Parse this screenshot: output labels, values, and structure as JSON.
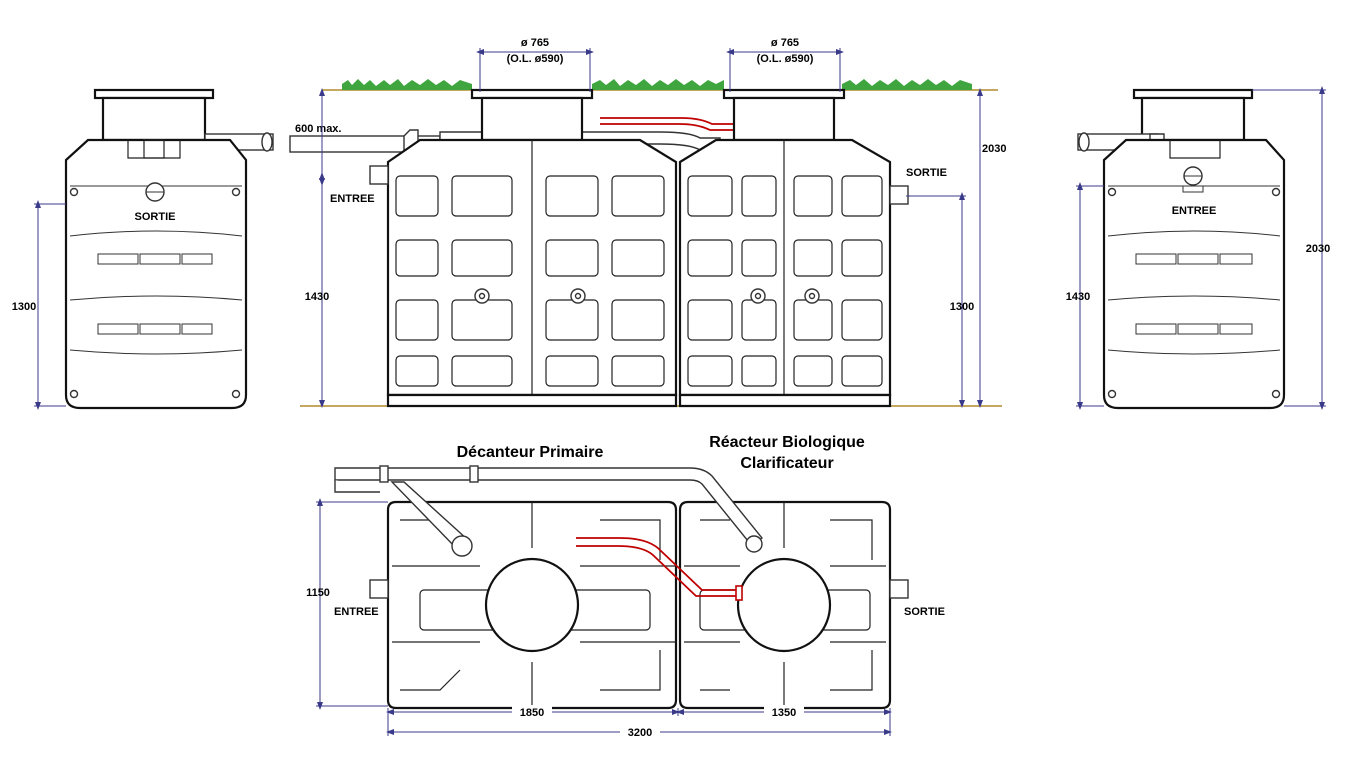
{
  "labels": {
    "outlet": "SORTIE",
    "inlet": "ENTREE",
    "manhole_diameter": "ø 765",
    "manhole_opening": "(O.L. ø590)",
    "pipe_depth": "600 max.",
    "primary_settler": "Décanteur Primaire",
    "bioreactor": "Réacteur Biologique",
    "clarifier": "Clarificateur"
  },
  "dimensions": {
    "total_height": "2030",
    "inlet_height": "1430",
    "outlet_height": "1300",
    "width": "1150",
    "primary_length": "1850",
    "bio_length": "1350",
    "total_length": "3200"
  },
  "colors": {
    "grass": "#3fa63f",
    "ground": "#b08b2a",
    "pipe_red": "#c00000",
    "dimension_line": "#3a3a8a"
  }
}
